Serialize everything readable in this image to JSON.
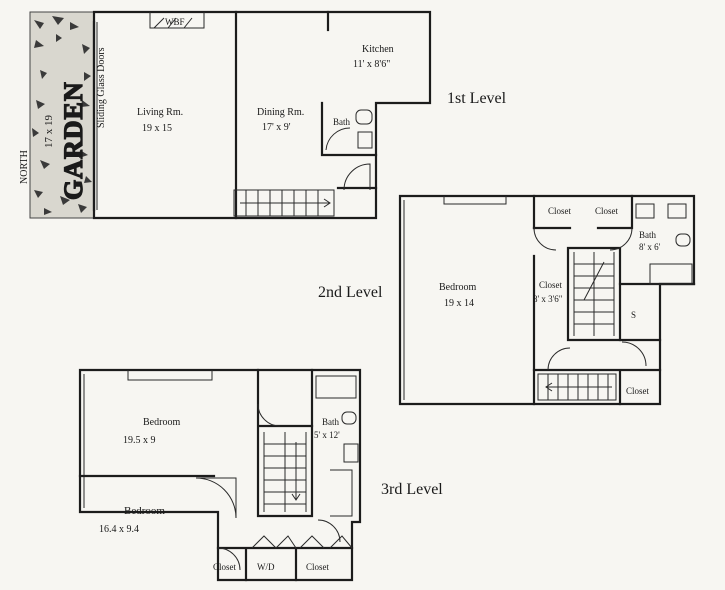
{
  "levels": {
    "first": "1st Level",
    "second": "2nd Level",
    "third": "3rd Level"
  },
  "garden": {
    "word": "GARDEN",
    "north": "NORTH",
    "size": "17 x 19"
  },
  "first_level": {
    "living": {
      "name": "Living Rm.",
      "size": "19 x 15"
    },
    "dining": {
      "name": "Dining Rm.",
      "size": "17' x 9'"
    },
    "kitchen": {
      "name": "Kitchen",
      "size": "11' x 8'6\""
    },
    "bath": "Bath",
    "wbf": "WBF",
    "sliding_doors": "Sliding Glass Doors"
  },
  "second_level": {
    "bedroom": {
      "name": "Bedroom",
      "size": "19 x 14"
    },
    "closet_1": "Closet",
    "closet_2": "Closet",
    "closet_3": {
      "name": "Closet",
      "size": "8' x 3'6\""
    },
    "closet_4": "Closet",
    "bath": {
      "name": "Bath",
      "size": "8' x 6'"
    },
    "s": "S"
  },
  "third_level": {
    "bedroom_1": {
      "name": "Bedroom",
      "size": "19.5 x 9"
    },
    "bedroom_2": {
      "name": "Bedroom",
      "size": "16.4 x 9.4"
    },
    "bath": {
      "name": "Bath",
      "size": "5' x 12'"
    },
    "closet_1": "Closet",
    "wd": "W/D",
    "closet_2": "Closet"
  }
}
